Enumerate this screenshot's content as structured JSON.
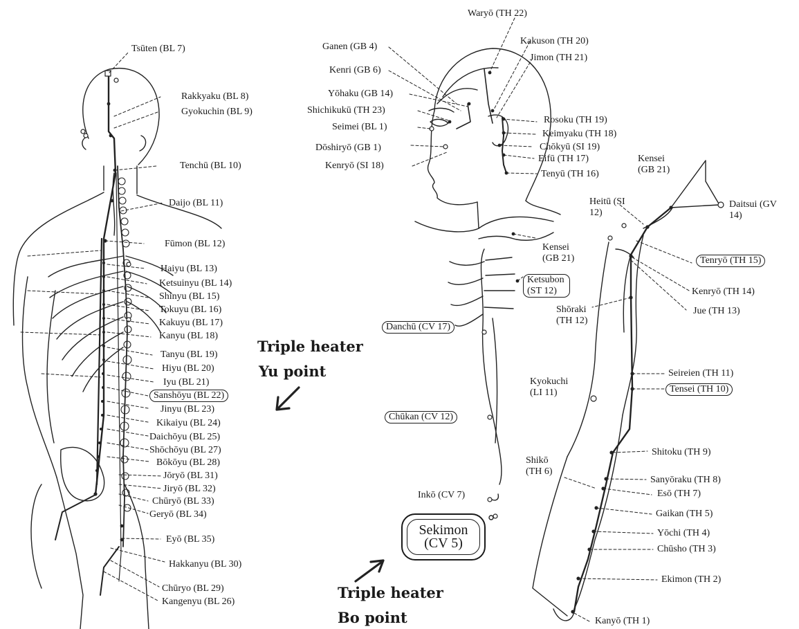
{
  "back_labels": [
    "Tsūten (BL 7)",
    "Rakkyaku (BL 8)",
    "Gyokuchin (BL 9)",
    "Tenchū (BL 10)",
    "Daijo (BL 11)",
    "Fūmon (BL 12)",
    "Haiyu (BL 13)",
    "Ketsuinyu (BL 14)",
    "Shinyu (BL 15)",
    "Tokuyu (BL 16)",
    "Kakuyu (BL 17)",
    "Kanyu (BL 18)",
    "Tanyu (BL 19)",
    "Hiyu (BL 20)",
    "Iyu (BL 21)",
    "Sanshōyu (BL 22)",
    "Jinyu (BL 23)",
    "Kikaiyu (BL 24)",
    "Daichōyu (BL 25)",
    "Shōchōyu (BL 27)",
    "Bōkōyu (BL 28)",
    "Jōryō (BL 31)",
    "Jiryō (BL 32)",
    "Chūryō (BL 33)",
    "Geryō (BL 34)",
    "Eyō (BL 35)",
    "Hakkanyu (BL 30)",
    "Chūryo (BL 29)",
    "Kangenyu (BL 26)"
  ],
  "head_labels": [
    "Waryō (TH 22)",
    "Kakuson (TH 20)",
    "Jimon (TH 21)",
    "Ganen (GB 4)",
    "Kenri (GB 6)",
    "Yōhaku (GB 14)",
    "Shichikukū (TH 23)",
    "Seimei (BL 1)",
    "Dōshiryō (GB 1)",
    "Kenryō (SI 18)",
    "Rosoku (TH 19)",
    "Keimyaku (TH 18)",
    "Chōkyū (SI 19)",
    "Eifū (TH 17)",
    "Tenyū (TH 16)",
    "Kensei (GB 21)",
    "Kensei (GB 21)",
    "Ketsubon (ST 12)",
    "Danchū (CV 17)",
    "Chūkan (CV 12)",
    "Inkō (CV 7)"
  ],
  "arm_labels": [
    "Heitū (SI 12)",
    "Daitsui (GV 14)",
    "Tenryō (TH 15)",
    "Kenryō (TH 14)",
    "Shōraki (TH 12)",
    "Jue (TH 13)",
    "Seireien (TH 11)",
    "Kyokuchi (LI 11)",
    "Tensei (TH 10)",
    "Shitoku (TH 9)",
    "Shikō (TH 6)",
    "Sanyōraku (TH 8)",
    "Esō (TH 7)",
    "Gaikan (TH 5)",
    "Yōchi (TH 4)",
    "Chūsho (TH 3)",
    "Ekimon (TH 2)",
    "Kanyō (TH 1)"
  ],
  "annotations": {
    "yu_line1": "Triple heater",
    "yu_line2": "Yu point",
    "bo_line1": "Triple heater",
    "bo_line2": "Bo point",
    "sekimon_name": "Sekimon",
    "sekimon_code": "(CV 5)"
  }
}
